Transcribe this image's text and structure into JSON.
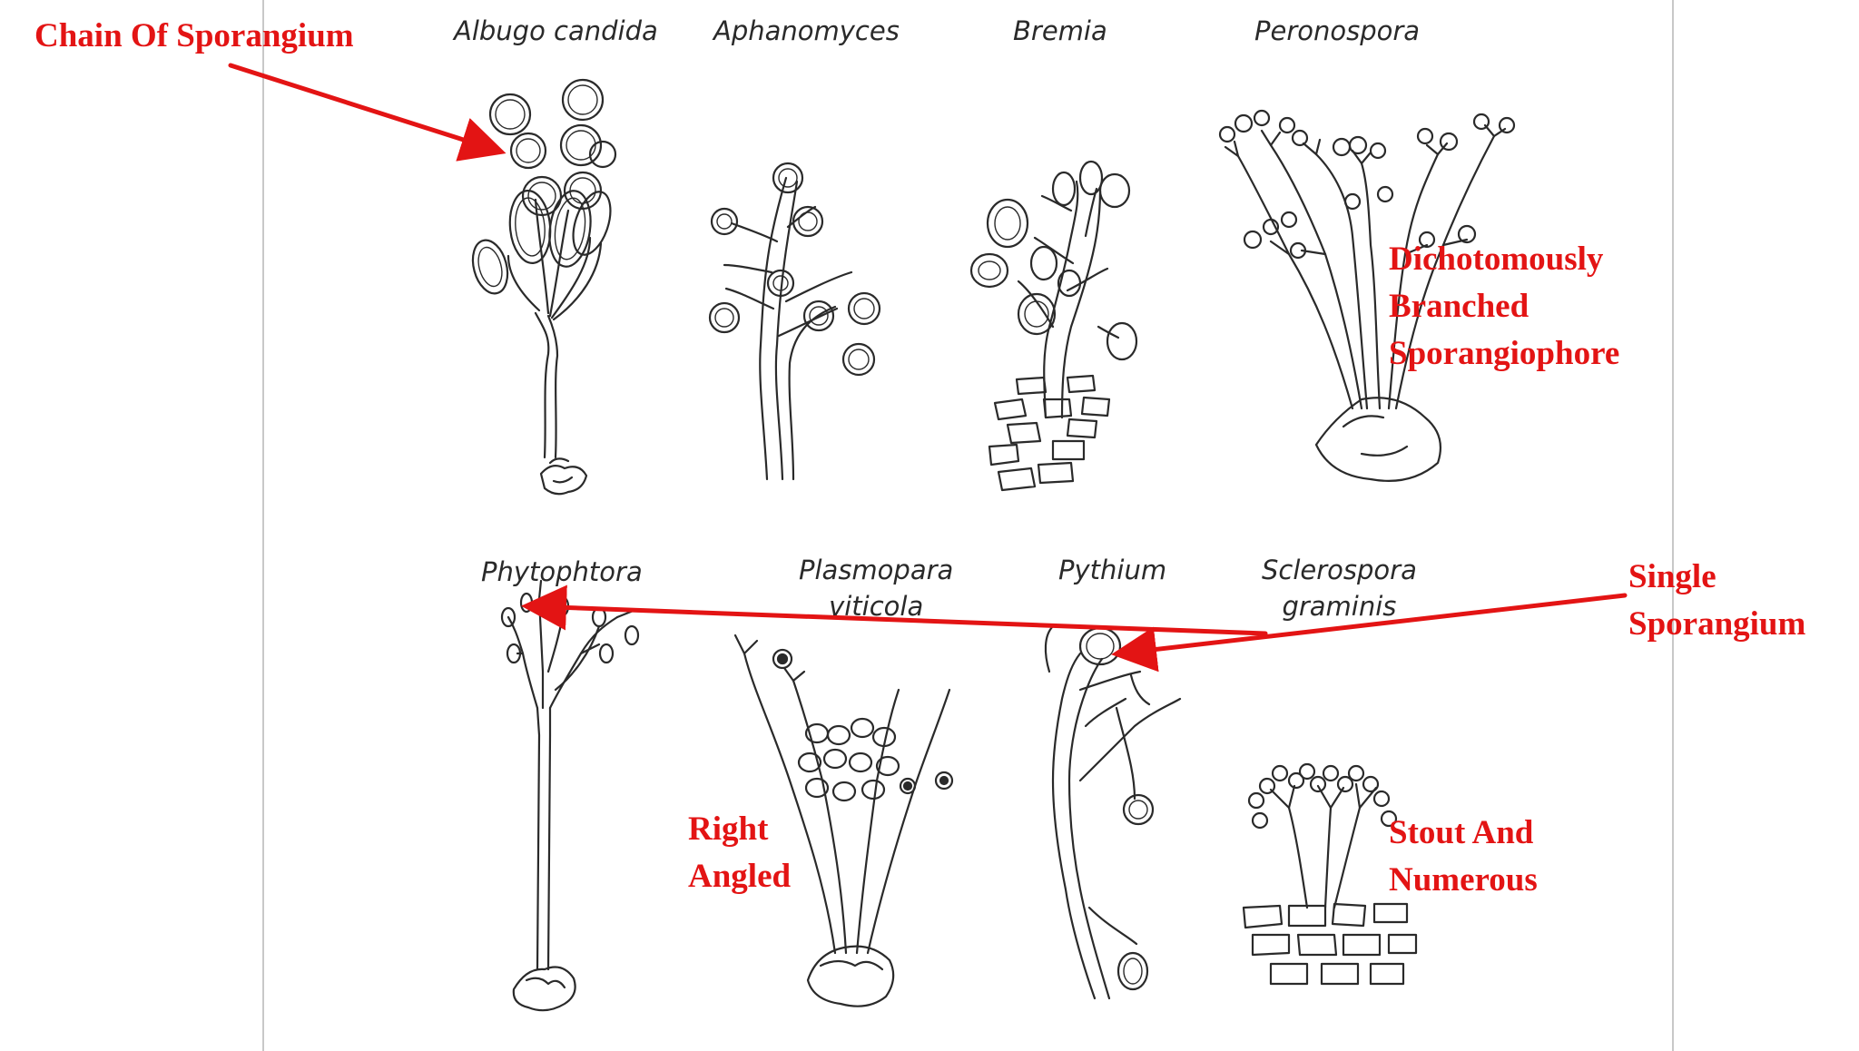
{
  "species": {
    "albugo": "Albugo candida",
    "aphanomyces": "Aphanomyces",
    "bremia": "Bremia",
    "peronospora": "Peronospora",
    "phytophtora": "Phytophtora",
    "plasmopara_1": "Plasmopara",
    "plasmopara_2": "viticola",
    "pythium": "Pythium",
    "sclerospora_1": "Sclerospora",
    "sclerospora_2": "graminis"
  },
  "annotations": {
    "chain": "Chain Of Sporangium",
    "dicho_1": "Dichotomously",
    "dicho_2": "Branched",
    "dicho_3": "Sporangiophore",
    "single_1": "Single",
    "single_2": "Sporangium",
    "right_1": "Right",
    "right_2": "Angled",
    "stout_1": "Stout And",
    "stout_2": "Numerous"
  },
  "colors": {
    "annotation": "#e31414",
    "drawing": "#2a2a2a",
    "frame": "#c8c8c8"
  }
}
